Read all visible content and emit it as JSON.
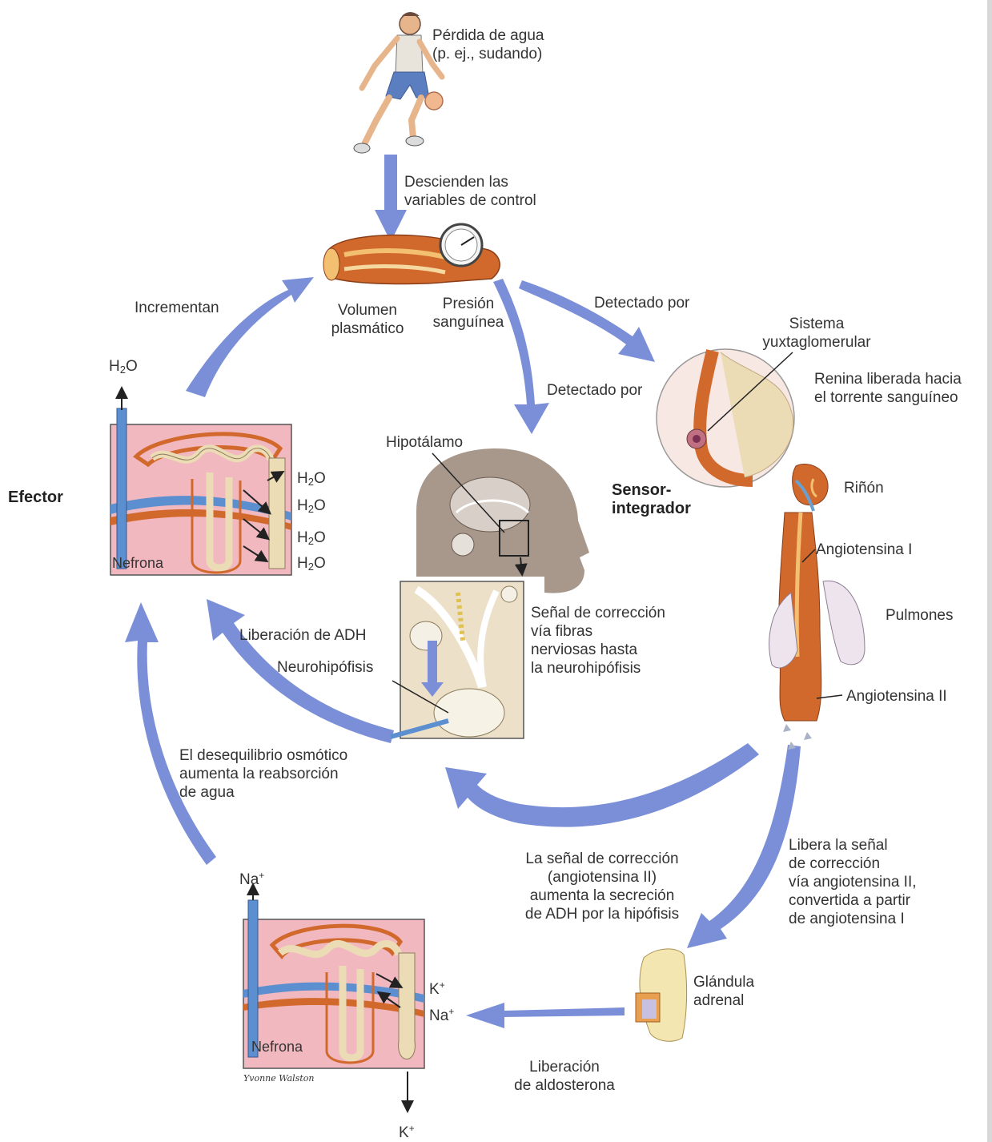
{
  "labels": {
    "water_loss": [
      "Pérdida de agua",
      "(p. ej., sudando)"
    ],
    "descend": [
      "Descienden las",
      "variables de control"
    ],
    "increase": "Incrementan",
    "plasma_volume": [
      "Volumen",
      "plasmático"
    ],
    "blood_pressure": [
      "Presión",
      "sanguínea"
    ],
    "detected_by_right": "Detectado por",
    "detected_by_center": "Detectado por",
    "jg_system": [
      "Sistema",
      "yuxtaglomerular"
    ],
    "renin": [
      "Renina liberada hacia",
      "el torrente sanguíneo"
    ],
    "sensor": [
      "Sensor-",
      "integrador"
    ],
    "effector": "Efector",
    "hypothalamus": "Hipotálamo",
    "kidney": "Riñón",
    "angiotensin1": "Angiotensina I",
    "lungs": "Pulmones",
    "angiotensin2": "Angiotensina II",
    "signal_nerves": [
      "Señal de corrección",
      "vía fibras",
      "nerviosas hasta",
      "la neurohipófisis"
    ],
    "adh_release": "Liberación de ADH",
    "neurohypophysis": "Neurohipófisis",
    "osmotic": [
      "El desequilibrio osmótico",
      "aumenta la reabsorción",
      "de agua"
    ],
    "angiotensin_signal": [
      "La señal de corrección",
      "(angiotensina II)",
      "aumenta la secreción",
      "de ADH por la hipófisis"
    ],
    "release_signal": [
      "Libera la señal",
      "de corrección",
      "vía angiotensina II,",
      "convertida a partir",
      "de angiotensina I"
    ],
    "adrenal": [
      "Glándula",
      "adrenal"
    ],
    "aldosterone": [
      "Liberación",
      "de aldosterona"
    ],
    "nephron_top": "Nefrona",
    "nephron_bottom": "Nefrona",
    "h2o": {
      "base": "H",
      "sub": "2",
      "tail": "O"
    },
    "na": {
      "base": "Na",
      "sup": "+"
    },
    "k": {
      "base": "K",
      "sup": "+"
    },
    "signature": "Yvonne Walston"
  },
  "colors": {
    "arrow": "#7b8fd8",
    "nephron_bg": "#f2b8c0",
    "tubule": "#ecdcb6",
    "artery": "#d2692c",
    "vein": "#5b8fd0",
    "head": "#a8988c",
    "skin": "#e7b58c"
  }
}
